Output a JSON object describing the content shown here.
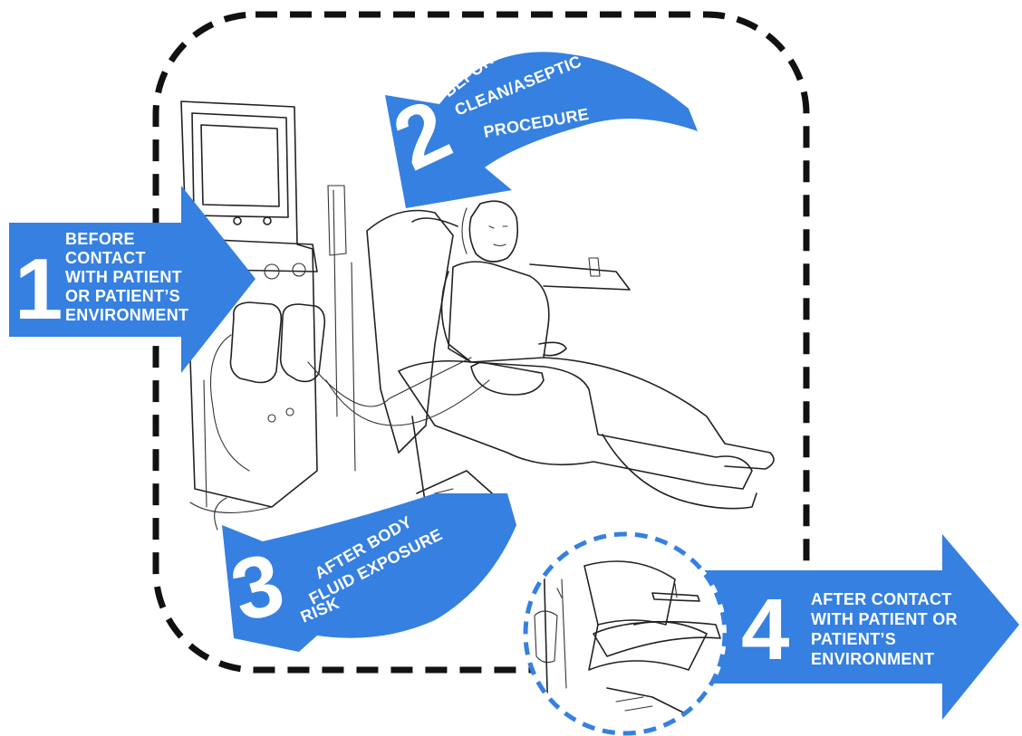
{
  "moments": [
    {
      "number": "1",
      "lines": [
        "BEFORE",
        "CONTACT",
        "WITH PATIENT",
        "OR PATIENT’S",
        "ENVIRONMENT"
      ]
    },
    {
      "number": "2",
      "lines": [
        "BEFORE",
        "CLEAN/ASEPTIC",
        "PROCEDURE"
      ]
    },
    {
      "number": "3",
      "lines": [
        "AFTER BODY",
        "FLUID EXPOSURE",
        "RISK"
      ]
    },
    {
      "number": "4",
      "lines": [
        "AFTER CONTACT",
        "WITH PATIENT OR",
        "PATIENT’S",
        "ENVIRONMENT"
      ]
    }
  ],
  "colors": {
    "arrow_blue": "#3580e0",
    "zone_border": "#111111",
    "circle_border": "#3580e0",
    "line_art": "#222222"
  },
  "icons": {
    "patient_zone_illustration": "dialysis-patient-in-chair",
    "empty_chair_illustration": "empty-dialysis-chair"
  }
}
